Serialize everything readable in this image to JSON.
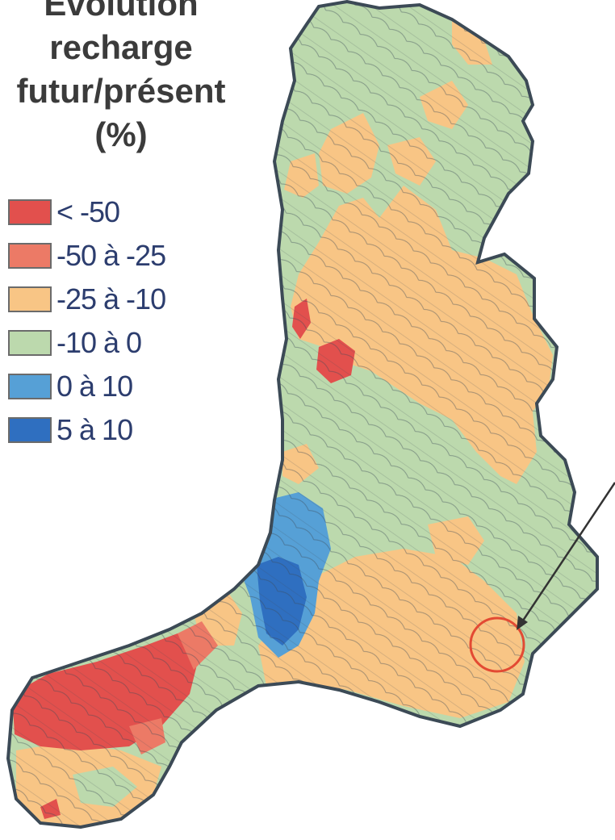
{
  "title_lines": [
    "Evolution",
    "recharge",
    "futur/présent",
    "(%)"
  ],
  "legend": [
    {
      "label": "< -50",
      "color": "#e2504d"
    },
    {
      "label": "-50 à -25",
      "color": "#ec7a66"
    },
    {
      "label": "-25 à -10",
      "color": "#f8c585"
    },
    {
      "label": "-10 à 0",
      "color": "#bcd9ad"
    },
    {
      "label": "0 à 10",
      "color": "#56a0d6"
    },
    {
      "label": "5 à 10",
      "color": "#2f6fc0"
    }
  ],
  "colors": {
    "border": "#3c4a56",
    "annotation_circle": "#e34a33",
    "arrow": "#333333"
  }
}
